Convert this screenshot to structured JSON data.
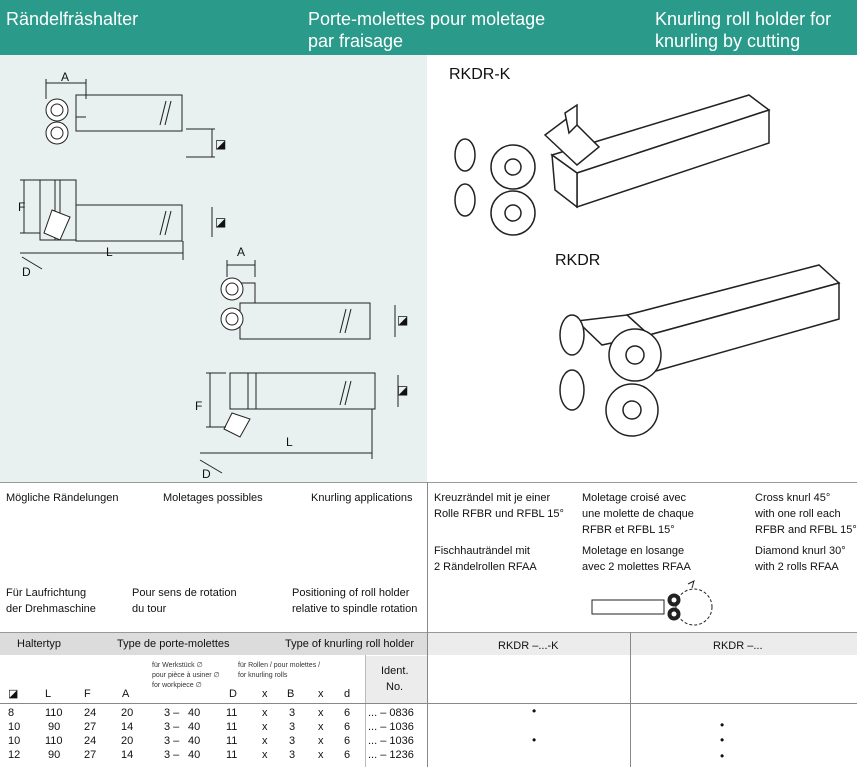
{
  "header": {
    "title_de": "Rändelfräshalter",
    "title_fr_1": "Porte-molettes pour moletage",
    "title_fr_2": "par fraisage",
    "title_en_1": "Knurling roll holder for",
    "title_en_2": "knurling by cutting"
  },
  "drawing_labels": {
    "rkdr_k": "RKDR-K",
    "rkdr": "RKDR",
    "A": "A",
    "F": "F",
    "L": "L",
    "D": "D",
    "square": "◪"
  },
  "info": {
    "applications_de": "Mögliche Rändelungen",
    "applications_fr": "Moletages possibles",
    "applications_en": "Knurling applications",
    "cross_de_1": "Kreuzrändel mit je einer",
    "cross_de_2": "Rolle RFBR und RFBL 15°",
    "cross_fr_1": "Moletage croisé avec",
    "cross_fr_2": "une molette de chaque",
    "cross_fr_3": "RFBR et RFBL 15°",
    "cross_en_1": "Cross knurl 45°",
    "cross_en_2": "with one roll each",
    "cross_en_3": "RFBR and RFBL 15°",
    "diamond_de_1": "Fischhauträndel mit",
    "diamond_de_2": "2 Rändelrollen RFAA",
    "diamond_fr_1": "Moletage en losange",
    "diamond_fr_2": "avec 2 molettes RFAA",
    "diamond_en_1": "Diamond knurl 30°",
    "diamond_en_2": "with 2 rolls RFAA",
    "rotation_de_1": "Für Laufrichtung",
    "rotation_de_2": "der Drehmaschine",
    "rotation_fr_1": "Pour sens de rotation",
    "rotation_fr_2": "du tour",
    "rotation_en_1": "Positioning of roll holder",
    "rotation_en_2": "relative to spindle rotation"
  },
  "table": {
    "haltertyp": "Haltertyp",
    "type_fr": "Type de porte-molettes",
    "type_en": "Type of knurling roll holder",
    "col_rkdr_k": "RKDR –...-K",
    "col_rkdr": "RKDR –...",
    "workpiece_1": "für Werkstück ∅",
    "workpiece_2": "pour pièce à usiner ∅",
    "workpiece_3": "for workpiece ∅",
    "rolls_1": "für Rollen / pour molettes /",
    "rolls_2": "for knurling rolls",
    "ident_1": "Ident.",
    "ident_2": "No.",
    "headers": [
      "◪",
      "L",
      "F",
      "A",
      "D",
      "x",
      "B",
      "x",
      "d"
    ],
    "rows": [
      {
        "sq": "8",
        "L": "110",
        "F": "24",
        "A": "20",
        "wp_from": "3 –",
        "wp_to": "40",
        "D": "11",
        "x1": "x",
        "B": "3",
        "x2": "x",
        "d": "6",
        "ident": "... – 0836",
        "rkdr_k": "•",
        "rkdr": ""
      },
      {
        "sq": "10",
        "L": "90",
        "F": "27",
        "A": "14",
        "wp_from": "3 –",
        "wp_to": "40",
        "D": "11",
        "x1": "x",
        "B": "3",
        "x2": "x",
        "d": "6",
        "ident": "... – 1036",
        "rkdr_k": "",
        "rkdr": "•"
      },
      {
        "sq": "10",
        "L": "110",
        "F": "24",
        "A": "20",
        "wp_from": "3 –",
        "wp_to": "40",
        "D": "11",
        "x1": "x",
        "B": "3",
        "x2": "x",
        "d": "6",
        "ident": "... – 1036",
        "rkdr_k": "•",
        "rkdr": "•"
      },
      {
        "sq": "12",
        "L": "90",
        "F": "27",
        "A": "14",
        "wp_from": "3 –",
        "wp_to": "40",
        "D": "11",
        "x1": "x",
        "B": "3",
        "x2": "x",
        "d": "6",
        "ident": "... – 1236",
        "rkdr_k": "",
        "rkdr": "•"
      }
    ]
  },
  "colors": {
    "header": "#2a9a8a",
    "drawing_bg": "#e8f1ef",
    "table_header_bg": "#dcdcdc"
  }
}
